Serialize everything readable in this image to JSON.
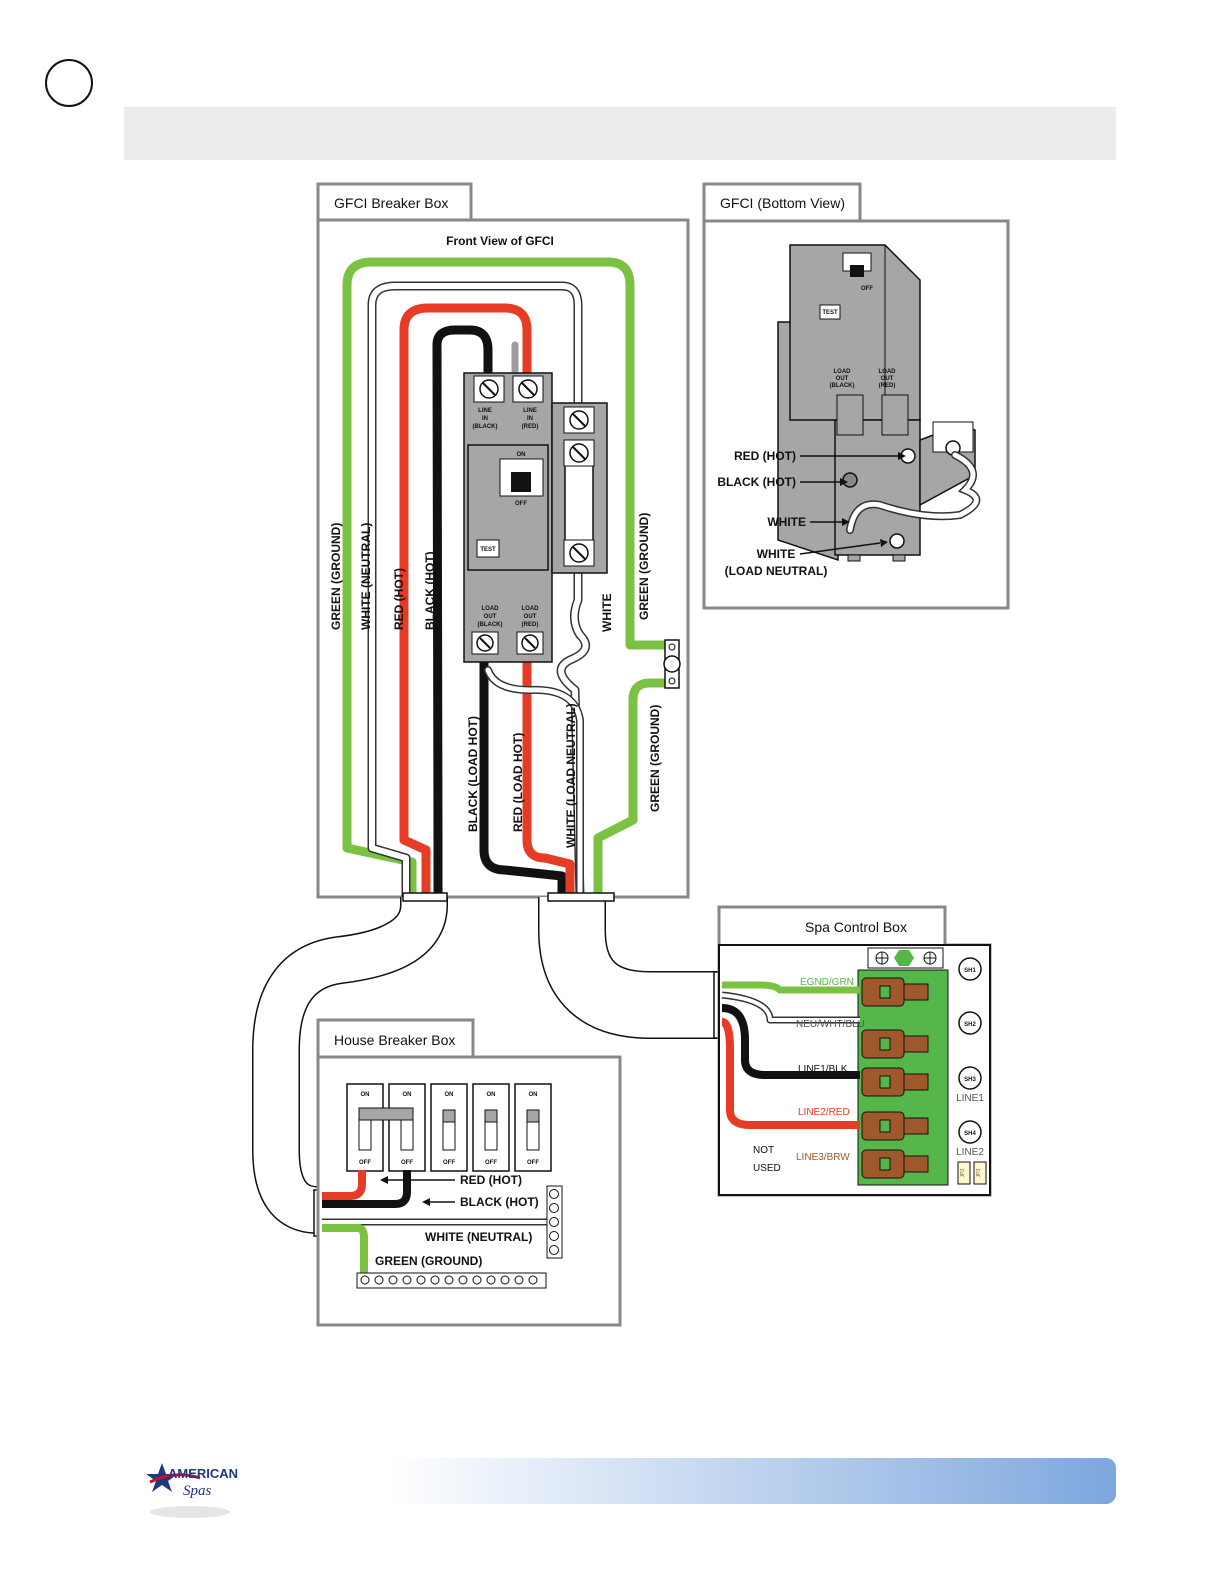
{
  "colors": {
    "green": "#7cc242",
    "red": "#e63b24",
    "black": "#111111",
    "white_wire": "#ffffff",
    "grey_box": "#a6a6a6",
    "frame": "#888888",
    "terminal_green": "#55b64a",
    "terminal_brown": "#a0582d",
    "footer_bar": "#7da7de"
  },
  "gfci_breaker_box": {
    "title": "GFCI Breaker Box",
    "front_view": "Front View of GFCI",
    "wire_labels": {
      "green_ground_left": "GREEN (GROUND)",
      "white_neutral": "WHITE (NEUTRAL)",
      "red_hot": "RED (HOT)",
      "black_hot": "BLACK (HOT)",
      "white": "WHITE",
      "green_ground_right": "GREEN (GROUND)",
      "black_load_hot": "BLACK (LOAD HOT)",
      "red_load_hot": "RED (LOAD HOT)",
      "white_load_neutral": "WHITE (LOAD NEUTRAL)",
      "green_ground_lower": "GREEN (GROUND)"
    },
    "breaker": {
      "line_in_black": [
        "LINE",
        "IN",
        "(BLACK)"
      ],
      "line_in_red": [
        "LINE",
        "IN",
        "(RED)"
      ],
      "on": "ON",
      "off": "OFF",
      "test": "TEST",
      "load_out_black": [
        "LOAD",
        "OUT",
        "(BLACK)"
      ],
      "load_out_red": [
        "LOAD",
        "OUT",
        "(RED)"
      ]
    }
  },
  "gfci_bottom_view": {
    "title": "GFCI (Bottom View)",
    "off": "OFF",
    "test": "TEST",
    "load_out_black": [
      "LOAD",
      "OUT",
      "(BLACK)"
    ],
    "load_out_red": [
      "LOAD",
      "OUT",
      "(RED)"
    ],
    "labels": {
      "red_hot": "RED (HOT)",
      "black_hot": "BLACK (HOT)",
      "white": "WHITE",
      "white_load_neutral_1": "WHITE",
      "white_load_neutral_2": "(LOAD NEUTRAL)"
    }
  },
  "spa_control_box": {
    "title": "Spa Control Box",
    "terminals": [
      "EGND/GRN",
      "NEU/WHT/BLU",
      "LINE1/BLK",
      "LINE2/RED",
      "LINE3/BRW"
    ],
    "sh_labels": [
      "SH1",
      "SH2",
      "SH3",
      "SH4"
    ],
    "line_labels": [
      "LINE1",
      "LINE2"
    ],
    "not_used": [
      "NOT",
      "USED"
    ],
    "jumpers": [
      "JP2",
      "JP3"
    ]
  },
  "house_breaker_box": {
    "title": "House Breaker Box",
    "breaker_on": "ON",
    "breaker_off": "OFF",
    "labels": {
      "red_hot": "RED (HOT)",
      "black_hot": "BLACK (HOT)",
      "white_neutral": "WHITE (NEUTRAL)",
      "green_ground": "GREEN (GROUND)"
    }
  },
  "brand": {
    "line1": "AMERICAN",
    "line2": "Spas"
  }
}
